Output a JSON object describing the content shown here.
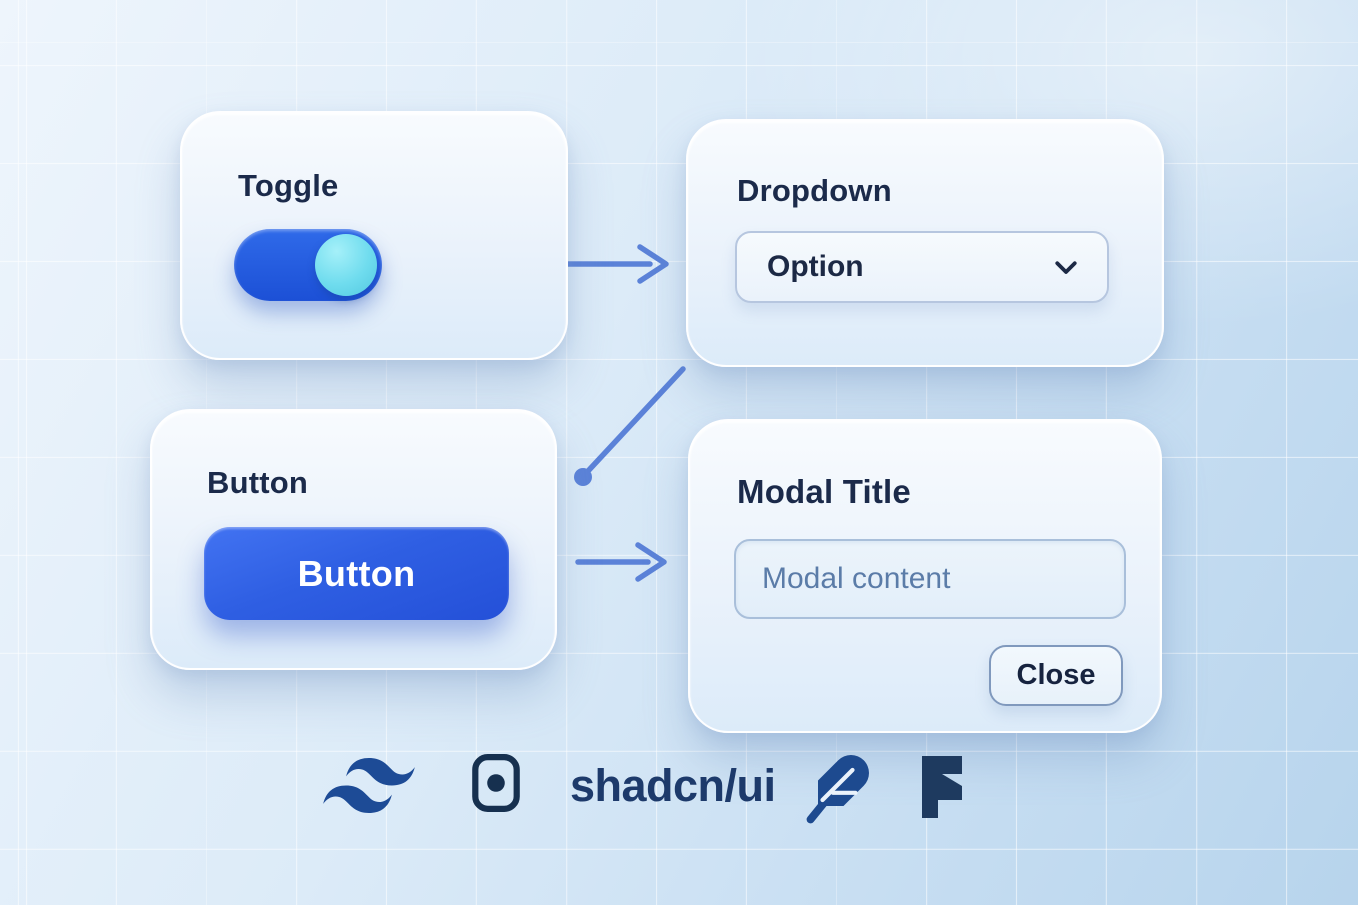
{
  "cards": {
    "toggle": {
      "title": "Toggle",
      "state": "on"
    },
    "dropdown": {
      "title": "Dropdown",
      "selected_option": "Option"
    },
    "button": {
      "title": "Button",
      "button_label": "Button"
    },
    "modal": {
      "title": "Modal Title",
      "content_placeholder": "Modal content",
      "close_label": "Close"
    }
  },
  "footer": {
    "shadcn_wordmark": "shadcn/ui",
    "logos": [
      {
        "name": "tailwind-logo"
      },
      {
        "name": "rounded-square-dot-logo"
      },
      {
        "name": "shadcn-ui-wordmark"
      },
      {
        "name": "feather-logo"
      },
      {
        "name": "framer-style-f-logo"
      }
    ]
  },
  "colors": {
    "background_top": "#eef5fc",
    "background_bottom": "#b7d4ec",
    "card_title": "#1b2a4a",
    "toggle_track": "#1f55d9",
    "toggle_knob": "#67d9ec",
    "primary_button": "#2f5fe3",
    "arrow": "#5b82d8",
    "placeholder_text": "#5b7ca8",
    "logo_navy": "#1d4b96",
    "logo_dark_navy": "#1e3a5f"
  }
}
